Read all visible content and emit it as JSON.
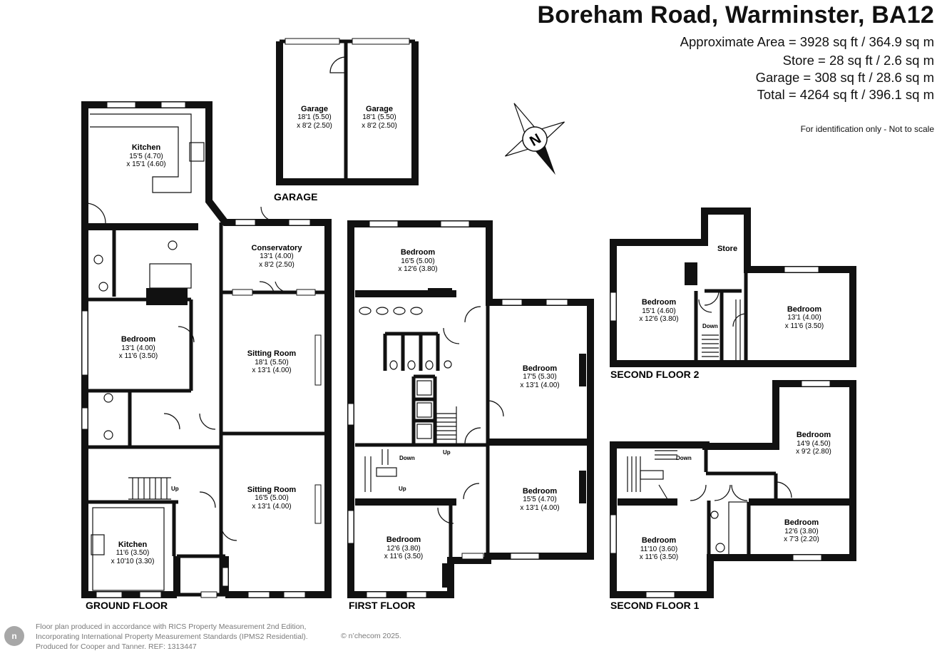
{
  "header": {
    "title": "Boreham Road, Warminster, BA12",
    "areas": [
      "Approximate Area = 3928 sq ft / 364.9 sq m",
      "Store = 28 sq ft / 2.6 sq m",
      "Garage = 308 sq ft / 28.6 sq m",
      "Total = 4264 sq ft / 396.1 sq m"
    ],
    "note": "For identification only - Not to scale"
  },
  "compass_label": "N",
  "floors": {
    "ground": "GROUND FLOOR",
    "first": "FIRST FLOOR",
    "garage": "GARAGE",
    "second1": "SECOND FLOOR 1",
    "second2": "SECOND FLOOR 2"
  },
  "rooms": {
    "kitchen_main": {
      "name": "Kitchen",
      "d1": "15'5 (4.70)",
      "d2": "x 15'1 (4.60)"
    },
    "conservatory": {
      "name": "Conservatory",
      "d1": "13'1 (4.00)",
      "d2": "x 8'2 (2.50)"
    },
    "bedroom_g": {
      "name": "Bedroom",
      "d1": "13'1 (4.00)",
      "d2": "x 11'6 (3.50)"
    },
    "sitting1": {
      "name": "Sitting Room",
      "d1": "18'1 (5.50)",
      "d2": "x 13'1 (4.00)"
    },
    "sitting2": {
      "name": "Sitting Room",
      "d1": "16'5 (5.00)",
      "d2": "x 13'1 (4.00)"
    },
    "kitchen_small": {
      "name": "Kitchen",
      "d1": "11'6 (3.50)",
      "d2": "x 10'10 (3.30)"
    },
    "garage1": {
      "name": "Garage",
      "d1": "18'1 (5.50)",
      "d2": "x 8'2 (2.50)"
    },
    "garage2": {
      "name": "Garage",
      "d1": "18'1 (5.50)",
      "d2": "x 8'2 (2.50)"
    },
    "f_bed_top": {
      "name": "Bedroom",
      "d1": "16'5 (5.00)",
      "d2": "x 12'6 (3.80)"
    },
    "f_bed_right": {
      "name": "Bedroom",
      "d1": "17'5 (5.30)",
      "d2": "x 13'1 (4.00)"
    },
    "f_bed_br": {
      "name": "Bedroom",
      "d1": "15'5 (4.70)",
      "d2": "x 13'1 (4.00)"
    },
    "f_bed_bl": {
      "name": "Bedroom",
      "d1": "12'6 (3.80)",
      "d2": "x 11'6 (3.50)"
    },
    "s2_bed_left": {
      "name": "Bedroom",
      "d1": "15'1 (4.60)",
      "d2": "x 12'6 (3.80)"
    },
    "s2_bed_right": {
      "name": "Bedroom",
      "d1": "13'1 (4.00)",
      "d2": "x 11'6 (3.50)"
    },
    "s2_store": {
      "name": "Store"
    },
    "s1_bed_tr": {
      "name": "Bedroom",
      "d1": "14'9 (4.50)",
      "d2": "x 9'2 (2.80)"
    },
    "s1_bed_mr": {
      "name": "Bedroom",
      "d1": "12'6 (3.80)",
      "d2": "x 7'3 (2.20)"
    },
    "s1_bed_l": {
      "name": "Bedroom",
      "d1": "11'10 (3.60)",
      "d2": "x 11'6 (3.50)"
    }
  },
  "stairs": {
    "up": "Up",
    "down": "Down"
  },
  "footer": {
    "lines": [
      "Floor plan produced in accordance with RICS Property Measurement 2nd Edition,",
      "Incorporating International Property Measurement Standards (IPMS2 Residential).",
      "Produced for Cooper and Tanner.   REF: 1313447"
    ],
    "copyright": "© n’checom 2025.",
    "badge": "n"
  }
}
